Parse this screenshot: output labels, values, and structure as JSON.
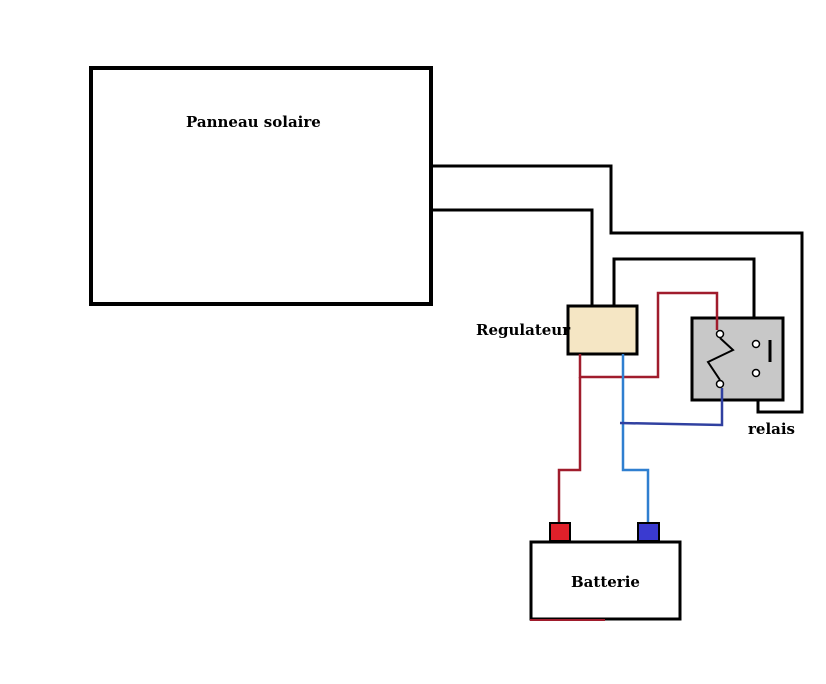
{
  "labels": {
    "solar_panel": "Panneau solaire",
    "regulator": "Regulateur",
    "relay": "relais",
    "battery": "Batterie"
  },
  "colors": {
    "outline": "#000000",
    "regulator_fill": "#f5e6c4",
    "relay_fill": "#c8c8c8",
    "positive_wire": "#a01c2c",
    "negative_wire_dark": "#3040a0",
    "negative_wire_light": "#2f7fd0",
    "positive_terminal": "#e0202a",
    "negative_terminal": "#3a3ad0"
  }
}
